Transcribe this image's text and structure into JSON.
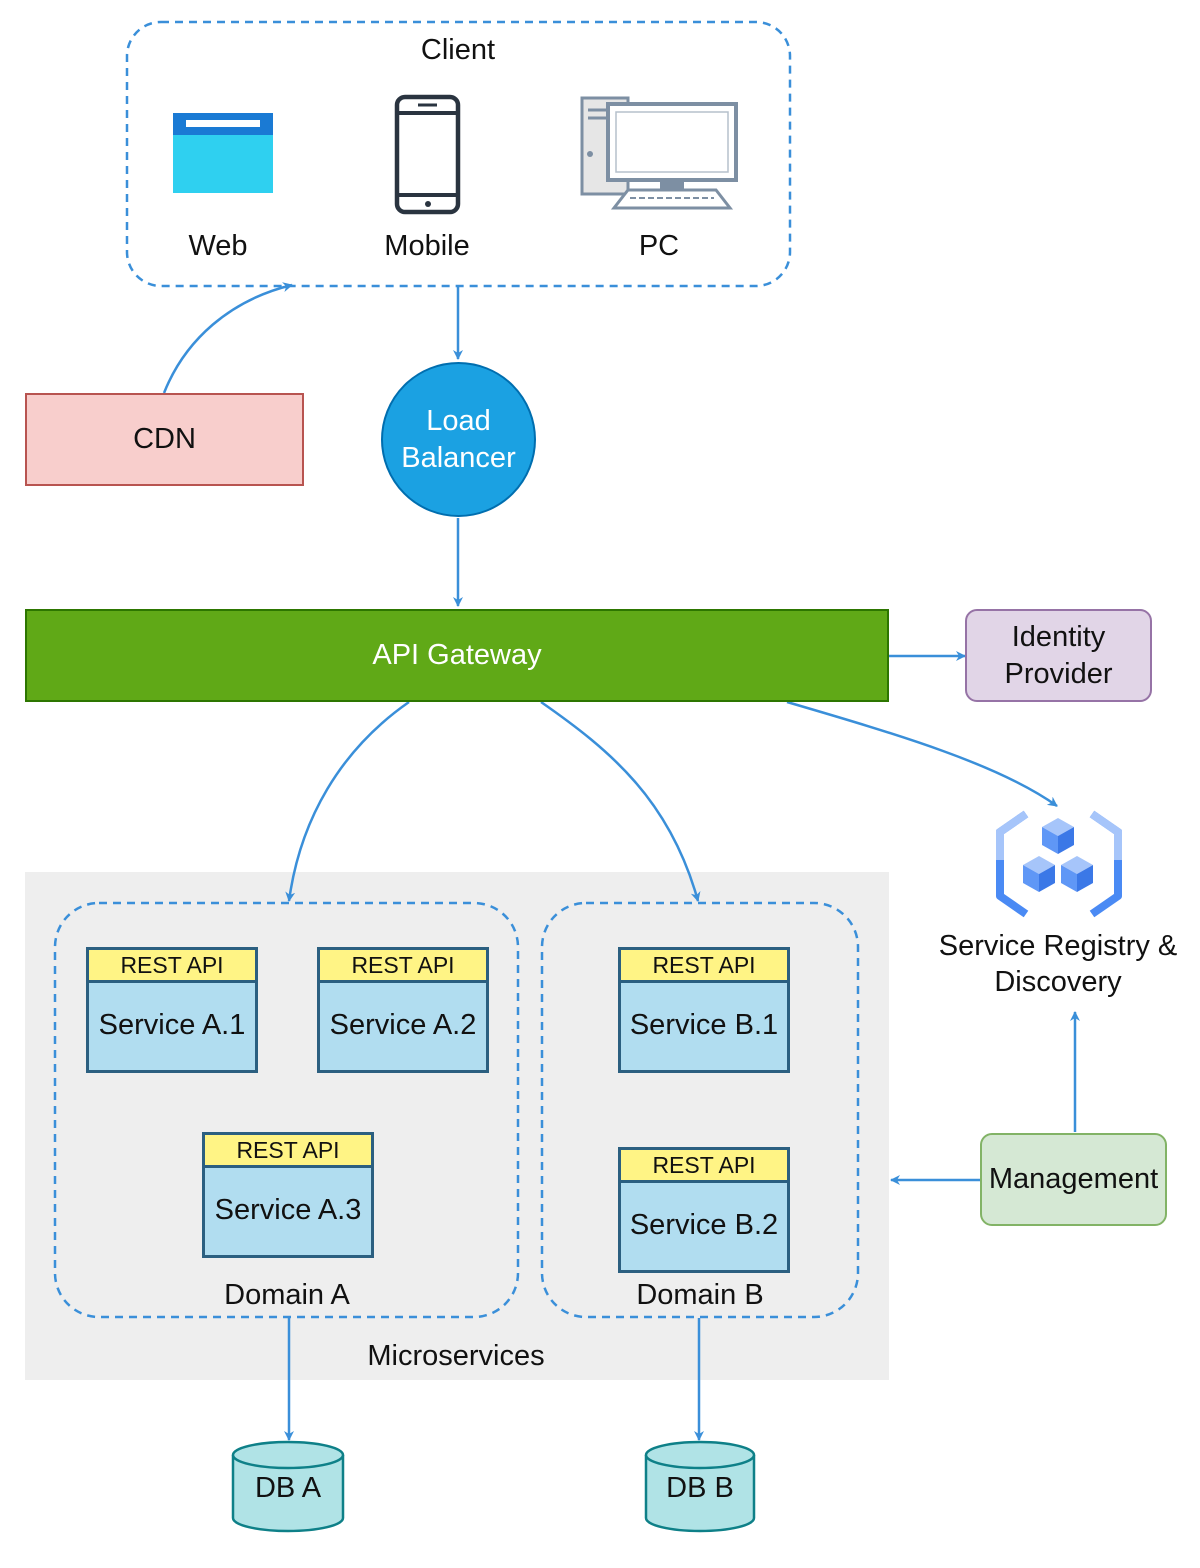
{
  "client": {
    "title": "Client",
    "web": "Web",
    "mobile": "Mobile",
    "pc": "PC"
  },
  "cdn": "CDN",
  "load_balancer": {
    "line1": "Load",
    "line2": "Balancer"
  },
  "api_gateway": "API Gateway",
  "identity_provider": {
    "line1": "Identity",
    "line2": "Provider"
  },
  "service_registry": {
    "line1": "Service Registry &",
    "line2": "Discovery"
  },
  "management": "Management",
  "microservices": "Microservices",
  "domains": {
    "a": "Domain A",
    "b": "Domain B"
  },
  "services": [
    {
      "api": "REST API",
      "name": "Service A.1"
    },
    {
      "api": "REST API",
      "name": "Service A.2"
    },
    {
      "api": "REST API",
      "name": "Service A.3"
    },
    {
      "api": "REST API",
      "name": "Service B.1"
    },
    {
      "api": "REST API",
      "name": "Service B.2"
    }
  ],
  "databases": {
    "a": "DB A",
    "b": "DB B"
  },
  "colors": {
    "arrow": "#3a8fd9",
    "cdn_fill": "#f8cecc",
    "cdn_border": "#b85450",
    "lb_fill": "#1ba1e2",
    "gateway_fill": "#60a917",
    "gateway_border": "#2d7600",
    "identity_fill": "#e1d5e7",
    "identity_border": "#9673a6",
    "management_fill": "#d5e8d4",
    "management_border": "#82b366",
    "service_fill": "#b1ddf0",
    "rest_api_fill": "#fff485",
    "db_fill": "#b0e3e6",
    "db_border": "#0e8088",
    "microservices_bg": "#eeeeee"
  }
}
